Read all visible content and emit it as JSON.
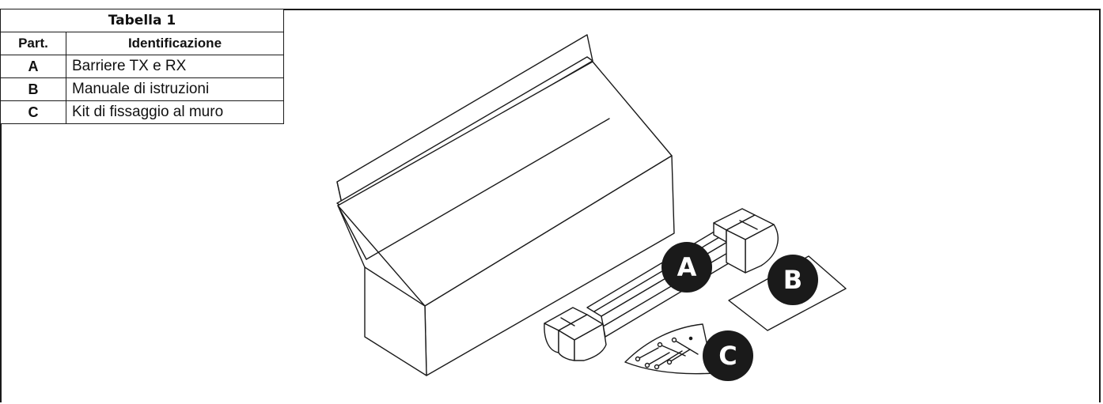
{
  "table": {
    "title": "Tabella 1",
    "headers": {
      "part": "Part.",
      "identification": "Identificazione"
    },
    "rows": [
      {
        "part": "A",
        "identification": "Barriere TX e RX"
      },
      {
        "part": "B",
        "identification": "Manuale di istruzioni"
      },
      {
        "part": "C",
        "identification": "Kit di fissaggio al muro"
      }
    ]
  },
  "callouts": {
    "a": "A",
    "b": "B",
    "c": "C"
  },
  "colors": {
    "line": "#1a1a1a",
    "badge": "#1a1a1a",
    "badge_text": "#ffffff"
  }
}
